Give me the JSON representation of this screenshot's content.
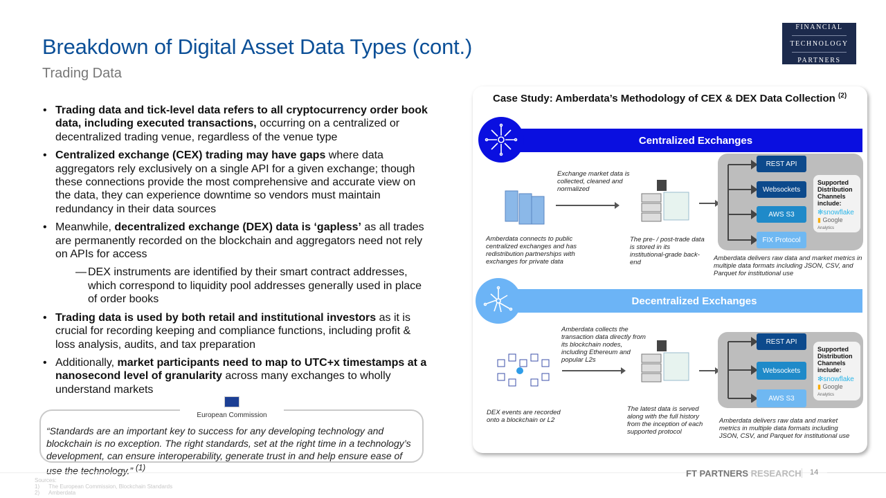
{
  "header": {
    "title": "Breakdown of Digital Asset Data Types (cont.)",
    "subtitle": "Trading Data",
    "logo": [
      "FINANCIAL",
      "TECHNOLOGY",
      "PARTNERS"
    ]
  },
  "bullets": [
    {
      "bold": "Trading data and tick-level data refers to all cryptocurrency order book data, including executed transactions,",
      "rest": " occurring on a centralized or decentralized trading venue, regardless of the venue type"
    },
    {
      "bold": "Centralized exchange (CEX) trading may have gaps",
      "rest": " where data aggregators rely exclusively on a single API for a given exchange; though these connections provide the most comprehensive and accurate view on the data, they can experience downtime so vendors must maintain redundancy in their data sources"
    },
    {
      "pre": "Meanwhile, ",
      "bold": "decentralized exchange (DEX) data is ‘gapless’",
      "rest": " as all trades are permanently recorded on the blockchain and aggregators need not rely on APIs for access"
    },
    {
      "sub": "DEX instruments are identified by their smart contract addresses, which correspond to liquidity pool addresses generally used in place of order books"
    },
    {
      "bold": "Trading data is used by both retail and institutional investors",
      "rest": " as it is crucial for recording keeping and compliance functions, including profit & loss analysis, audits, and tax preparation"
    },
    {
      "pre": "Additionally, ",
      "bold": "market participants need to map to UTC+x timestamps at a nanosecond level of granularity",
      "rest": " across many exchanges to wholly understand markets"
    }
  ],
  "quote": {
    "source": "European Commission",
    "text": "“Standards are an important key to success for any developing technology and blockchain is no exception. The right standards, set at the right time in a technology’s development, can ensure interoperability, generate trust in and help ensure ease of use the technology.”",
    "ref": "(1)"
  },
  "case_study": {
    "title": "Case Study: Amberdata’s Methodology of CEX & DEX Data Collection",
    "ref": "(2)",
    "cex": {
      "label": "Centralized Exchanges",
      "step1": "Amberdata connects to public centralized exchanges and has redistribution partnerships with exchanges for private data",
      "arrow": "Exchange market data is collected, cleaned and normalized",
      "step2": "The pre- / post-trade data is stored in its institutional-grade back-end",
      "channels": [
        "REST API",
        "Websockets",
        "AWS S3",
        "FIX Protocol"
      ],
      "delivery": "Amberdata delivers raw data and market metrics in multiple data formats including JSON, CSV, and Parquet for institutional use"
    },
    "dex": {
      "label": "Decentralized Exchanges",
      "step1": "DEX events are recorded onto a blockchain or L2",
      "arrow": "Amberdata collects the transaction data directly from its blockchain nodes, including Ethereum and popular L2s",
      "step2": "The latest data is served along with the full history from the inception of each supported protocol",
      "channels": [
        "REST API",
        "Websockets",
        "AWS S3"
      ],
      "delivery": "Amberdata delivers raw data and market metrics in multiple data formats including JSON, CSV, and Parquet for institutional use"
    },
    "supported": "Supported Distribution Channels include:",
    "snowflake": "snowflake",
    "google": "Google",
    "analytics": "Analytics",
    "colors": {
      "cex_band": "#0a0fe0",
      "dex_band": "#6cb4f6",
      "channel_dark": "#0d4a8c",
      "channel_mid": "#1f8ac9",
      "channel_light": "#6fb8f2"
    }
  },
  "sources": {
    "label": "Sources:",
    "items": [
      "1)      The European Commission, Blockchain Standards",
      "2)      Amberdata"
    ]
  },
  "footer": {
    "brand": "FT PARTNERS",
    "research": " RESEARCH",
    "page": "14"
  }
}
